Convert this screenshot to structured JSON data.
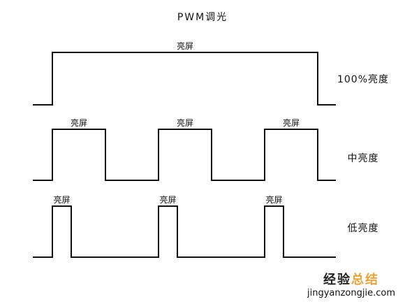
{
  "title": "PWM调光",
  "pulse_label": "亮屏",
  "rows": [
    {
      "label": "100%亮度",
      "duty": 1.0,
      "periods": 1,
      "label_show": true
    },
    {
      "label": "中亮度",
      "duty": 0.5,
      "periods": 3,
      "label_show": true
    },
    {
      "label": "低亮度",
      "duty": 0.16,
      "periods": 3,
      "label_show": true
    }
  ],
  "watermark": {
    "brand_main": "经验",
    "brand_accent": "总结",
    "url": "jingyanzongjie.com"
  },
  "colors": {
    "line": "#111111",
    "accent": "#e8a33a"
  }
}
